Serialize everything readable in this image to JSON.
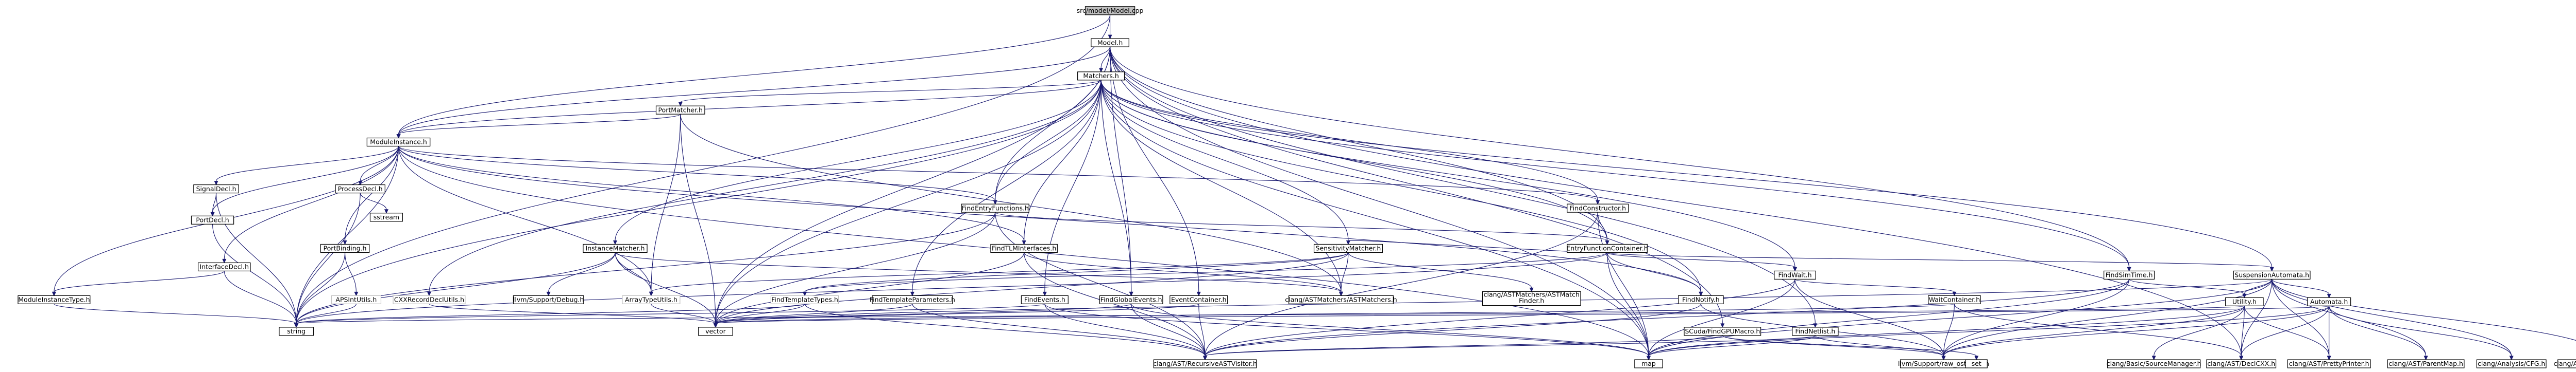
{
  "graph": {
    "root": "src/model/Model.cpp",
    "colors": {
      "edge": "#191970",
      "node_border": "#000000",
      "node_border_missing": "#bfbfbf",
      "node_fill": "#ffffff",
      "root_fill": "#bfbfbf",
      "text": "#000000",
      "text_missing": "#ff0000"
    },
    "nodes": [
      {
        "id": "model_cpp",
        "label": "src/model/Model.cpp",
        "style": "root"
      },
      {
        "id": "model_h",
        "label": "Model.h",
        "style": "normal"
      },
      {
        "id": "matchers_h",
        "label": "Matchers.h",
        "style": "normal"
      },
      {
        "id": "portmatcher_h",
        "label": "PortMatcher.h",
        "style": "normal"
      },
      {
        "id": "moduleinstance_h",
        "label": "ModuleInstance.h",
        "style": "normal"
      },
      {
        "id": "signaldecl_h",
        "label": "SignalDecl.h",
        "style": "normal"
      },
      {
        "id": "processdecl_h",
        "label": "ProcessDecl.h",
        "style": "normal"
      },
      {
        "id": "sstream",
        "label": "sstream",
        "style": "normal"
      },
      {
        "id": "portdecl_h",
        "label": "PortDecl.h",
        "style": "normal"
      },
      {
        "id": "portbinding_h",
        "label": "PortBinding.h",
        "style": "normal"
      },
      {
        "id": "interfacedecl_h",
        "label": "InterfaceDecl.h",
        "style": "normal"
      },
      {
        "id": "moduleinstancetype_h",
        "label": "ModuleInstanceType.h",
        "style": "normal"
      },
      {
        "id": "apsintutils_h",
        "label": "APSIntUtils.h",
        "style": "missing"
      },
      {
        "id": "cxxrecorddeclutils_h",
        "label": "CXXRecordDeclUtils.h",
        "style": "missing"
      },
      {
        "id": "string",
        "label": "string",
        "style": "normal"
      },
      {
        "id": "instancematcher_h",
        "label": "InstanceMatcher.h",
        "style": "normal"
      },
      {
        "id": "llvm_debug_h",
        "label": "llvm/Support/Debug.h",
        "style": "normal"
      },
      {
        "id": "arraytypeutils_h",
        "label": "ArrayTypeUtils.h",
        "style": "missing"
      },
      {
        "id": "vector",
        "label": "vector",
        "style": "normal"
      },
      {
        "id": "findentryfunctions_h",
        "label": "FindEntryFunctions.h",
        "style": "normal"
      },
      {
        "id": "findtlmintefaces_h",
        "label": "FindTLMInterfaces.h",
        "style": "normal"
      },
      {
        "id": "findtemplatetypes_h",
        "label": "FindTemplateTypes.h",
        "style": "missing"
      },
      {
        "id": "findtemplateparameters_h",
        "label": "FindTemplateParameters.h",
        "style": "normal"
      },
      {
        "id": "findevents_h",
        "label": "FindEvents.h",
        "style": "normal"
      },
      {
        "id": "findglobalevents_h",
        "label": "FindGlobalEvents.h",
        "style": "normal"
      },
      {
        "id": "eventcontainer_h",
        "label": "EventContainer.h",
        "style": "normal"
      },
      {
        "id": "sensitivitymatcher_h",
        "label": "SensitivityMatcher.h",
        "style": "normal"
      },
      {
        "id": "astmatchers_h",
        "label": "clang/ASTMatchers/ASTMatchers.h",
        "style": "normal"
      },
      {
        "id": "astmatchfinder_h",
        "label1": "clang/ASTMatchers/ASTMatch",
        "label2": "Finder.h",
        "style": "normal"
      },
      {
        "id": "findconstructor_h",
        "label": "FindConstructor.h",
        "style": "normal"
      },
      {
        "id": "entryfunctioncontainer_h",
        "label": "EntryFunctionContainer.h",
        "style": "normal"
      },
      {
        "id": "findnotify_h",
        "label": "FindNotify.h",
        "style": "normal"
      },
      {
        "id": "findwait_h",
        "label": "FindWait.h",
        "style": "normal"
      },
      {
        "id": "findnetlist_h",
        "label": "FindNetlist.h",
        "style": "normal"
      },
      {
        "id": "waitcontainer_h",
        "label": "WaitContainer.h",
        "style": "normal"
      },
      {
        "id": "recursiveastvisitor_h",
        "label": "clang/AST/RecursiveASTVisitor.h",
        "style": "normal"
      },
      {
        "id": "map",
        "label": "map",
        "style": "normal"
      },
      {
        "id": "raw_ostream_h",
        "label": "llvm/Support/raw_ostream.h",
        "style": "normal"
      },
      {
        "id": "findsimtime_h",
        "label": "FindSimTime.h",
        "style": "normal"
      },
      {
        "id": "sccuda_h",
        "label": "SCuda/FindGPUMacro.h",
        "style": "normal"
      },
      {
        "id": "suspensionautomata_h",
        "label": "SuspensionAutomata.h",
        "style": "normal"
      },
      {
        "id": "utility_h",
        "label": "Utility.h",
        "style": "normal"
      },
      {
        "id": "automata_h",
        "label": "Automata.h",
        "style": "normal"
      },
      {
        "id": "set",
        "label": "set",
        "style": "normal"
      },
      {
        "id": "sourcemanager_h",
        "label": "clang/Basic/SourceManager.h",
        "style": "normal"
      },
      {
        "id": "declcxx_h",
        "label": "clang/AST/DeclCXX.h",
        "style": "normal"
      },
      {
        "id": "prettyprinter_h",
        "label": "clang/AST/PrettyPrinter.h",
        "style": "normal"
      },
      {
        "id": "parentmap_h",
        "label": "clang/AST/ParentMap.h",
        "style": "normal"
      },
      {
        "id": "cfg_h",
        "label": "clang/Analysis/CFG.h",
        "style": "normal"
      },
      {
        "id": "cfgstmtmap_h",
        "label": "clang/Analysis/CFGStmtMap.h",
        "style": "normal"
      }
    ]
  }
}
